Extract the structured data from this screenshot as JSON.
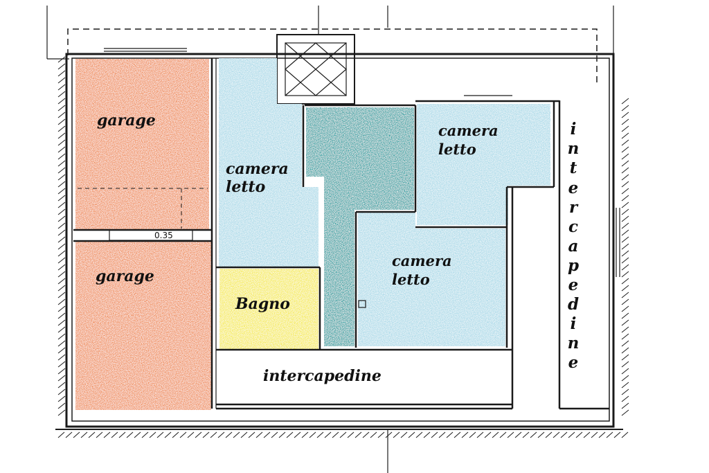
{
  "rooms": {
    "garage_top": "garage",
    "garage_bottom": "garage",
    "bedroom_left": [
      "camera",
      "letto"
    ],
    "bedroom_right_top": [
      "camera",
      "letto"
    ],
    "bedroom_center": [
      "camera",
      "letto"
    ],
    "bathroom": "Bagno",
    "cavity_bottom": "intercapedine",
    "cavity_right": [
      "i",
      "n",
      "t",
      "e",
      "r",
      "c",
      "a",
      "p",
      "e",
      "d",
      "i",
      "n",
      "e"
    ]
  },
  "dimension_label": "0.35",
  "colors": {
    "garage": "#ef8a4f",
    "bedroom": "#a9d9e8",
    "hallway": "#1e9ea0",
    "bathroom": "#f5ea45",
    "walls": "#1a1a1a"
  }
}
